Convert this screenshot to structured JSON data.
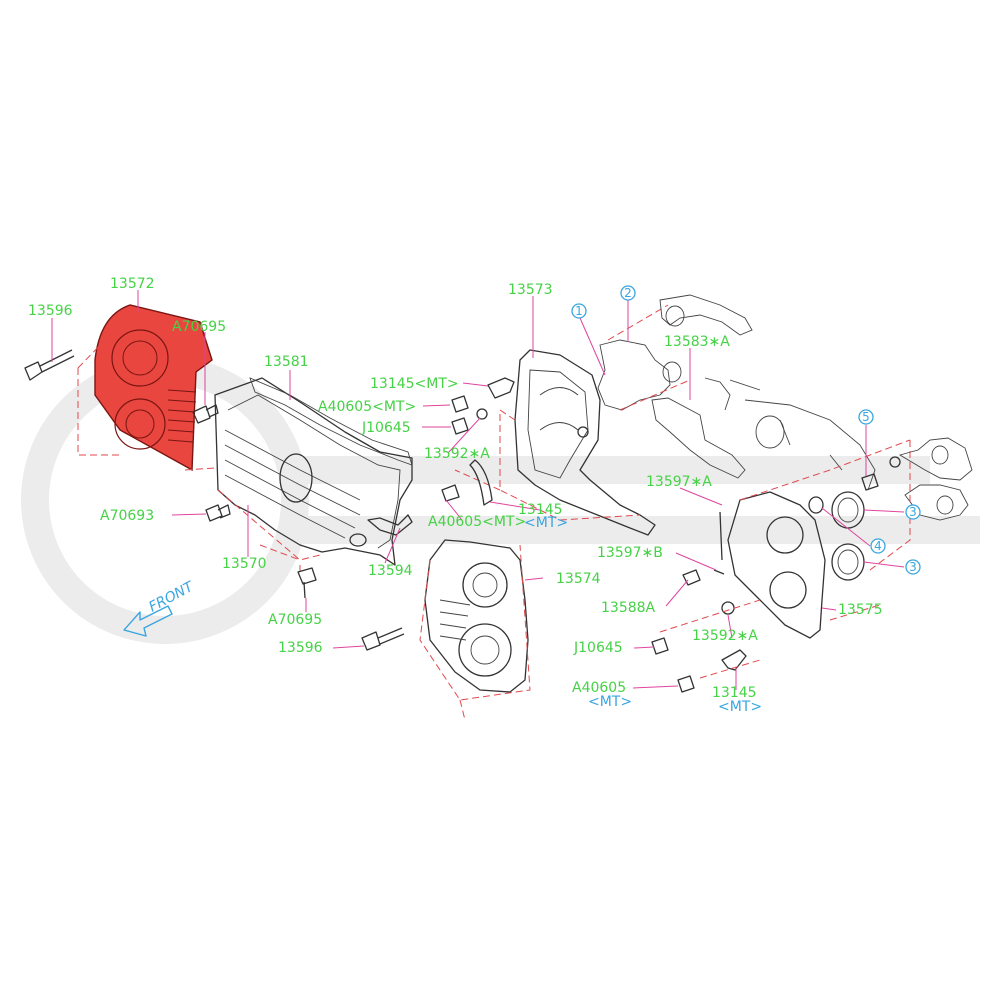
{
  "diagram": {
    "direction_label": "FRONT",
    "labels": {
      "p13572": "13572",
      "p13596_top": "13596",
      "pA70695_top": "A70695",
      "p13581": "13581",
      "pA70693": "A70693",
      "p13570": "13570",
      "p13594": "13594",
      "pA70695_bot": "A70695",
      "p13596_bot": "13596",
      "p13573": "13573",
      "p13145_1": "13145<MT>",
      "pA40605_1": "A40605<MT>",
      "pJ10645_1": "J10645",
      "p13592A_1": "13592∗A",
      "pA40605_2": "A40605<MT>",
      "p13145_2a": "13145",
      "p13145_2b": "<MT>",
      "p13574": "13574",
      "p13583A": "13583∗A",
      "p13597A": "13597∗A",
      "p13597B": "13597∗B",
      "p13588A": "13588A",
      "p13575": "13575",
      "pJ10645_2": "J10645",
      "p13592A_2": "13592∗A",
      "pA40605_3a": "A40605",
      "pA40605_3b": "<MT>",
      "p13145_3a": "13145",
      "p13145_3b": "<MT>"
    },
    "callouts": {
      "c1": "1",
      "c2": "2",
      "c3a": "3",
      "c3b": "3",
      "c4": "4",
      "c5": "5"
    },
    "colors": {
      "label": "#46d246",
      "callout": "#3aa6e0",
      "highlight": "#e8463f",
      "dashed": "#e0484e",
      "leader": "#e0449e"
    }
  }
}
